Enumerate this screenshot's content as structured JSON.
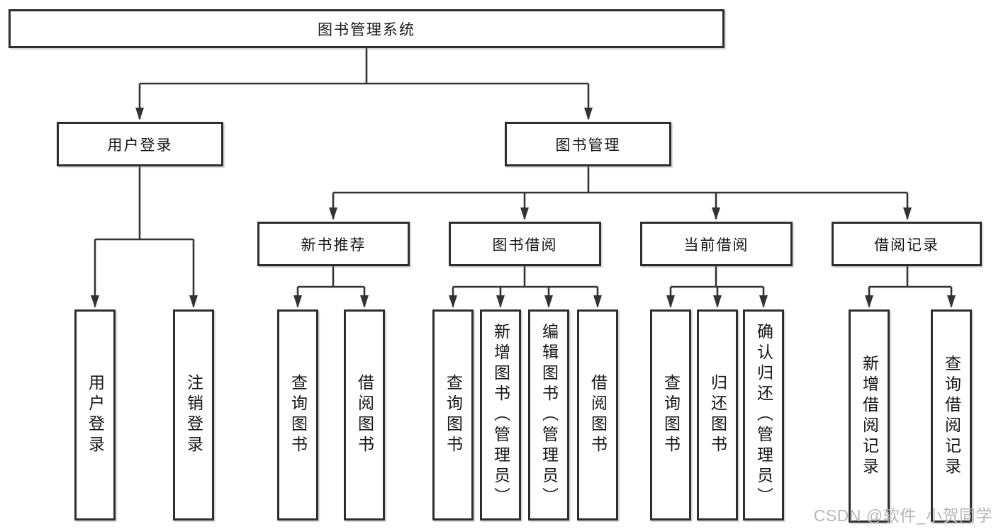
{
  "diagram": {
    "type": "hierarchy-tree",
    "colors": {
      "line": "#333333",
      "box_border": "#2e2e2e",
      "text": "#161616",
      "background": "#ffffff"
    },
    "tree": {
      "label": "图书管理系统",
      "children": [
        {
          "label": "用户登录",
          "children": [
            {
              "label": "用户登录"
            },
            {
              "label": "注销登录"
            }
          ]
        },
        {
          "label": "图书管理",
          "children": [
            {
              "label": "新书推荐",
              "children": [
                {
                  "label": "查询图书"
                },
                {
                  "label": "借阅图书"
                }
              ]
            },
            {
              "label": "图书借阅",
              "children": [
                {
                  "label": "查询图书"
                },
                {
                  "label": "新增图书（管理员）"
                },
                {
                  "label": "编辑图书（管理员）"
                },
                {
                  "label": "借阅图书"
                }
              ]
            },
            {
              "label": "当前借阅",
              "children": [
                {
                  "label": "查询图书"
                },
                {
                  "label": "归还图书"
                },
                {
                  "label": "确认归还（管理员）"
                }
              ]
            },
            {
              "label": "借阅记录",
              "children": [
                {
                  "label": "新增借阅记录"
                },
                {
                  "label": "查询借阅记录"
                }
              ]
            }
          ]
        }
      ]
    }
  },
  "watermark": {
    "text": "CSDN @软件_小贺同学",
    "color": "#b7b7b7"
  }
}
